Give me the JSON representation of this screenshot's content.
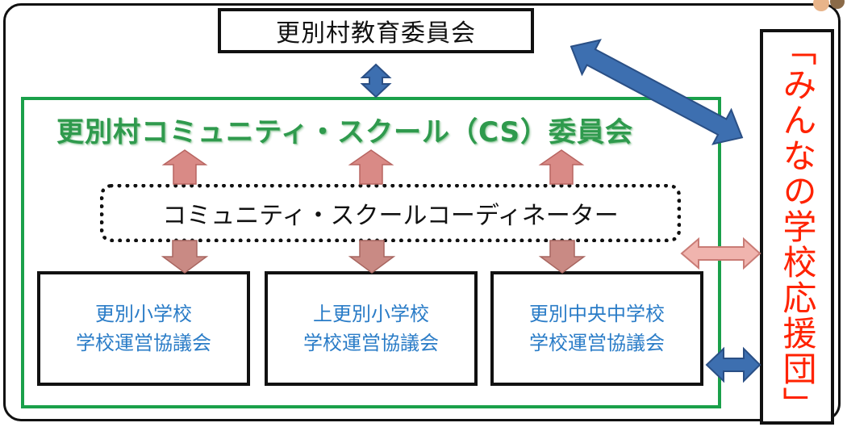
{
  "board": {
    "label": "更別村教育委員会"
  },
  "committee": {
    "title": "更別村コミュニティ・スクール（CS）委員会"
  },
  "coordinator": {
    "label": "コミュニティ・スクールコーディネーター"
  },
  "schools": [
    {
      "name": "更別小学校",
      "council": "学校運営協議会"
    },
    {
      "name": "上更別小学校",
      "council": "学校運営協議会"
    },
    {
      "name": "更別中央中学校",
      "council": "学校運営協議会"
    }
  ],
  "support_group": {
    "label": "「みんなの学校応援団」"
  },
  "colors": {
    "committee_border": "#1aa04a",
    "committee_text": "#2f9a4d",
    "school_text": "#2a7cc7",
    "support_text": "#ff2200",
    "arrow_blue": "#3d6fb0",
    "arrow_pink": "#d98a86"
  }
}
